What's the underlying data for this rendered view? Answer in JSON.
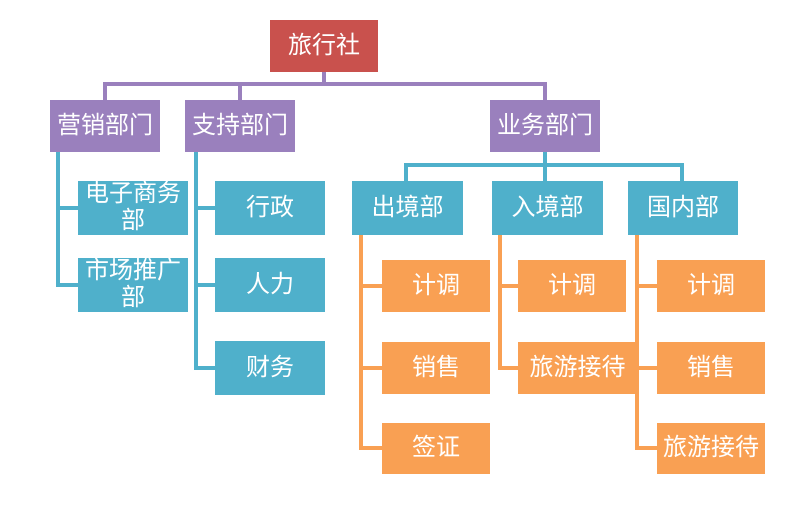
{
  "colors": {
    "root": "#C9514D",
    "level1": "#9A80BD",
    "level2": "#4FB0CB",
    "level3": "#F9A053",
    "background": "#FFFFFF",
    "text": "#FFFFFF"
  },
  "org": {
    "root": {
      "label": "旅行社"
    },
    "marketing": {
      "label": "营销部门",
      "ecommerce": {
        "label": "电子商务部"
      },
      "market_promo": {
        "label": "市场推广部"
      }
    },
    "support": {
      "label": "支持部门",
      "admin": {
        "label": "行政"
      },
      "hr": {
        "label": "人力"
      },
      "finance": {
        "label": "财务"
      }
    },
    "business": {
      "label": "业务部门",
      "outbound": {
        "label": "出境部",
        "planning": {
          "label": "计调"
        },
        "sales": {
          "label": "销售"
        },
        "visa": {
          "label": "签证"
        }
      },
      "inbound": {
        "label": "入境部",
        "planning": {
          "label": "计调"
        },
        "reception": {
          "label": "旅游接待"
        }
      },
      "domestic": {
        "label": "国内部",
        "planning": {
          "label": "计调"
        },
        "sales": {
          "label": "销售"
        },
        "reception": {
          "label": "旅游接待"
        }
      }
    }
  }
}
